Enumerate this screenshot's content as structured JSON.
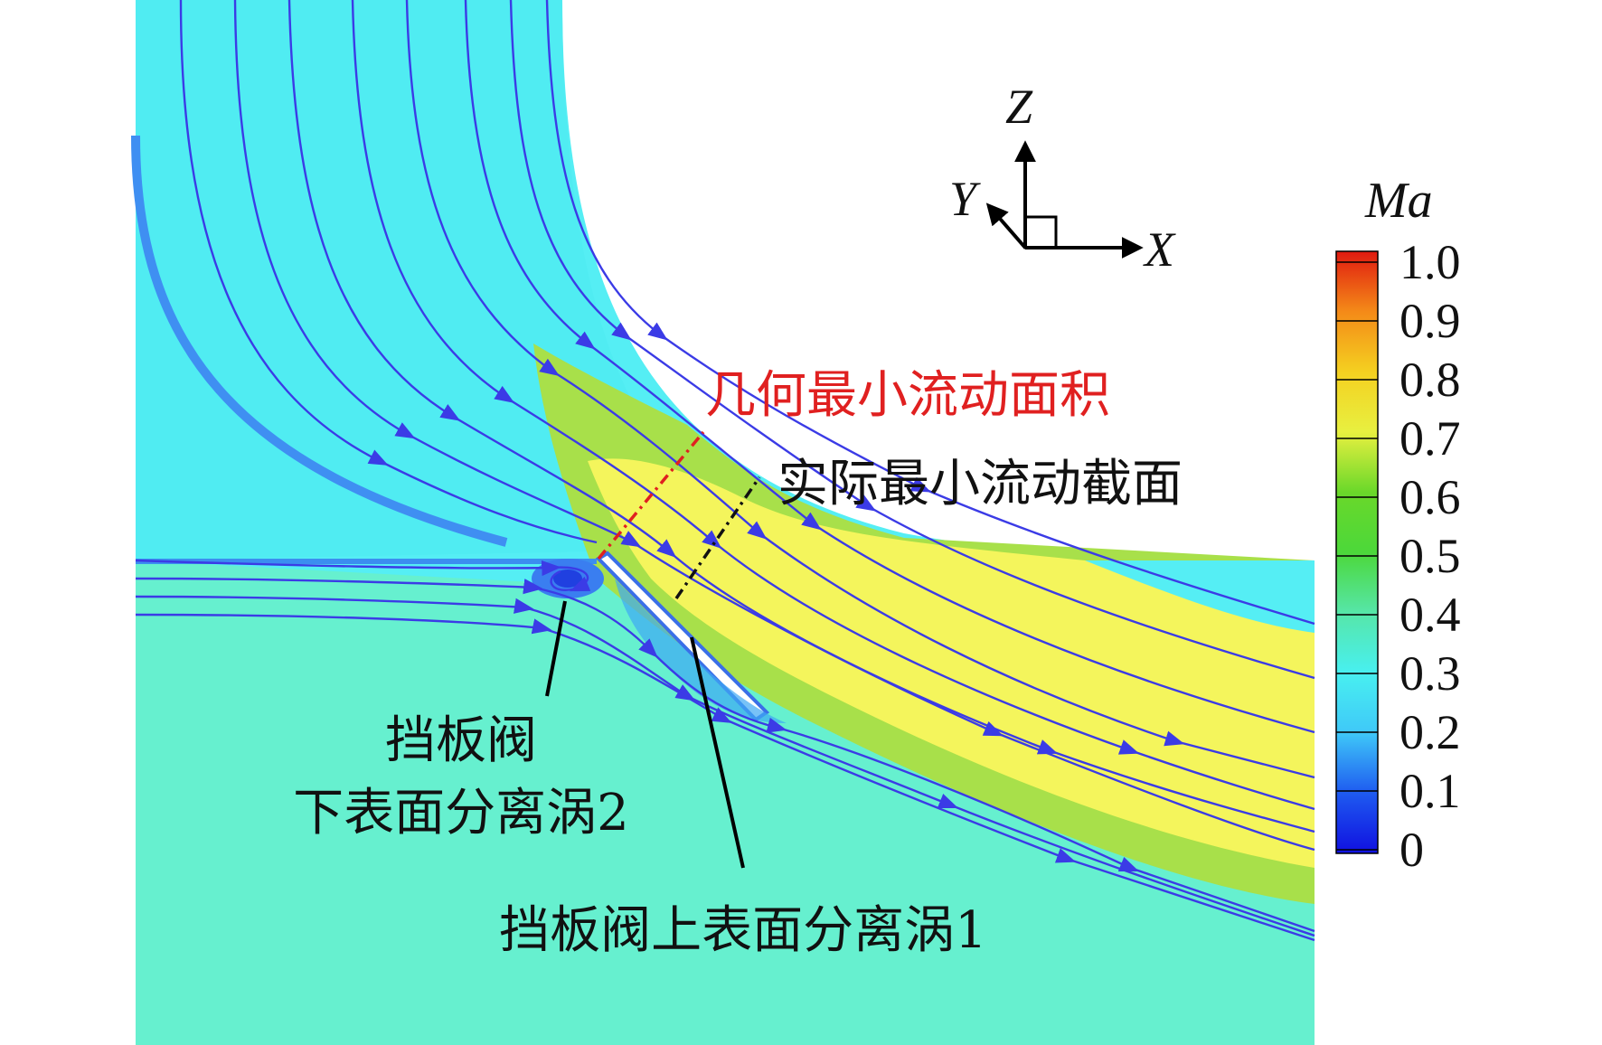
{
  "annotations": {
    "geometric_min_area": "几何最小流动面积",
    "actual_min_section": "实际最小流动截面",
    "vortex2_line1": "挡板阀",
    "vortex2_line2": "下表面分离涡2",
    "vortex1": "挡板阀上表面分离涡1"
  },
  "axes": {
    "z": "Z",
    "y": "Y",
    "x": "X"
  },
  "colorbar": {
    "title": "Ma",
    "ticks": [
      "1.0",
      "0.9",
      "0.8",
      "0.7",
      "0.6",
      "0.5",
      "0.4",
      "0.3",
      "0.2",
      "0.1",
      "0"
    ],
    "colors": [
      "#1010e0",
      "#1e5af0",
      "#2f9cf5",
      "#3fd0f8",
      "#48f0f0",
      "#50ecc8",
      "#58e08a",
      "#5ad030",
      "#a8e020",
      "#f0f040",
      "#f4d020",
      "#f49a18",
      "#f06012",
      "#e02010"
    ]
  },
  "colors": {
    "field_cyan": "#55eef4",
    "field_teal": "#66f0cf",
    "jet_yellow": "#f4f55c",
    "jet_green": "#a8e04a",
    "streamline": "#3b3be6",
    "red_line": "#e02020"
  }
}
